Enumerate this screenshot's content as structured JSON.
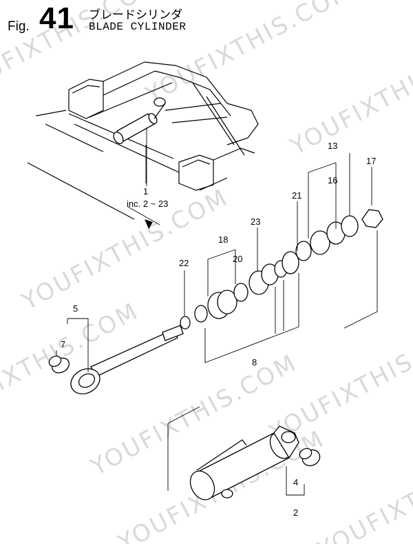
{
  "header": {
    "fig_prefix": "Fig.",
    "fig_number": "41",
    "title_jp": "ブレードシリンダ",
    "title_en": "BLADE CYLINDER"
  },
  "watermark": "YOUFIXTHIS.COM",
  "callouts": {
    "p1": "1",
    "inc": "inc. 2 ~ 23",
    "p2": "2",
    "p4": "4",
    "p5": "5",
    "p7": "7",
    "p8": "8",
    "p13": "13",
    "p16": "16",
    "p17": "17",
    "p18": "18",
    "p20": "20",
    "p21": "21",
    "p22": "22",
    "p23": "23"
  }
}
